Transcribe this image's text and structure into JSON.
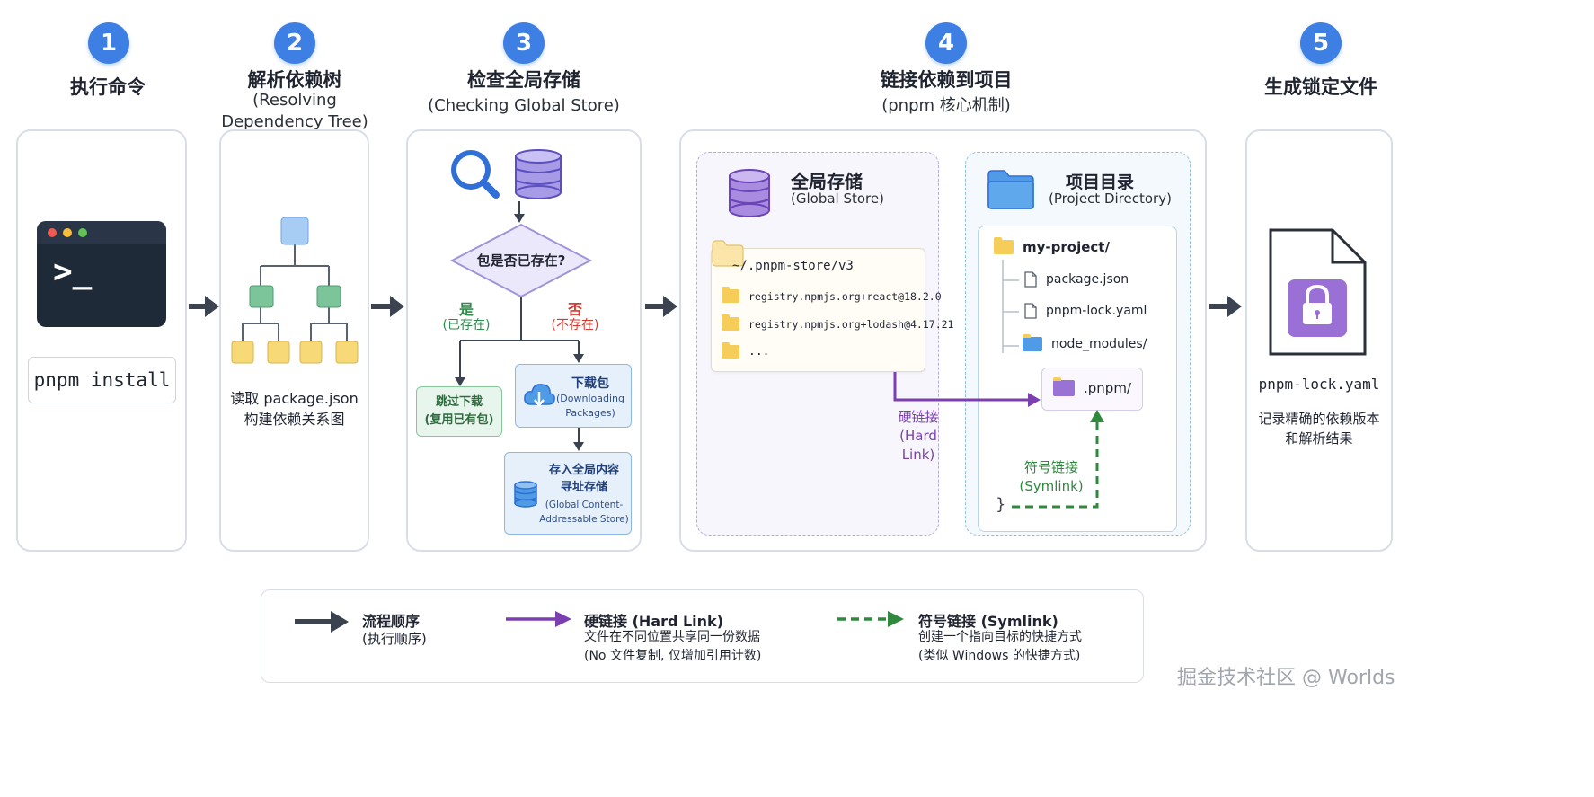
{
  "steps": [
    {
      "num": "1",
      "title": "执行命令"
    },
    {
      "num": "2",
      "title": "解析依赖树",
      "sub": "(Resolving\nDependency Tree)"
    },
    {
      "num": "3",
      "title": "检查全局存储",
      "sub": "(Checking Global Store)"
    },
    {
      "num": "4",
      "title": "链接依赖到项目",
      "sub": "(pnpm 核心机制)"
    },
    {
      "num": "5",
      "title": "生成锁定文件"
    }
  ],
  "step1": {
    "command": "pnpm install"
  },
  "step2": {
    "desc": "读取 package.json\n构建依赖关系图"
  },
  "step3": {
    "decision": "包是否已存在?",
    "yes": {
      "label": "是",
      "sub": "(已存在)"
    },
    "no": {
      "label": "否",
      "sub": "(不存在)"
    },
    "skip": "跳过下载\n(复用已有包)",
    "download_title": "下载包",
    "download_sub": "(Downloading\nPackages)",
    "store_title": "存入全局内容\n寻址存储",
    "store_sub": "(Global Content-\nAddressable Store)"
  },
  "step4": {
    "global_title": "全局存储",
    "global_sub": "(Global Store)",
    "store_path": "~/.pnpm-store/v3",
    "store_items": [
      "registry.npmjs.org+react@18.2.0",
      "registry.npmjs.org+lodash@4.17.21",
      "..."
    ],
    "project_title": "项目目录",
    "project_sub": "(Project Directory)",
    "tree_root": "my-project/",
    "tree_files": [
      "package.json",
      "pnpm-lock.yaml"
    ],
    "tree_modules": "node_modules/",
    "tree_pnpm": ".pnpm/",
    "hardlink": "硬链接\n(Hard Link)",
    "symlink": "符号链接\n(Symlink)"
  },
  "step5": {
    "file": "pnpm-lock.yaml",
    "desc": "记录精确的依赖版本\n和解析结果"
  },
  "legend": [
    {
      "title": "流程顺序",
      "desc": "(执行顺序)"
    },
    {
      "title": "硬链接 (Hard Link)",
      "desc": "文件在不同位置共享同一份数据\n(No 文件复制, 仅增加引用计数)"
    },
    {
      "title": "符号链接 (Symlink)",
      "desc": "创建一个指向目标的快捷方式\n(类似 Windows 的快捷方式)"
    }
  ],
  "watermark": "掘金技术社区 @ Worlds",
  "colors": {
    "badge": "#3d7fe3",
    "flow": "#3b4350",
    "hardlink": "#7b3fb0",
    "symlink": "#2f8a3e",
    "green": "#2e8b4a",
    "red": "#d93a30"
  }
}
